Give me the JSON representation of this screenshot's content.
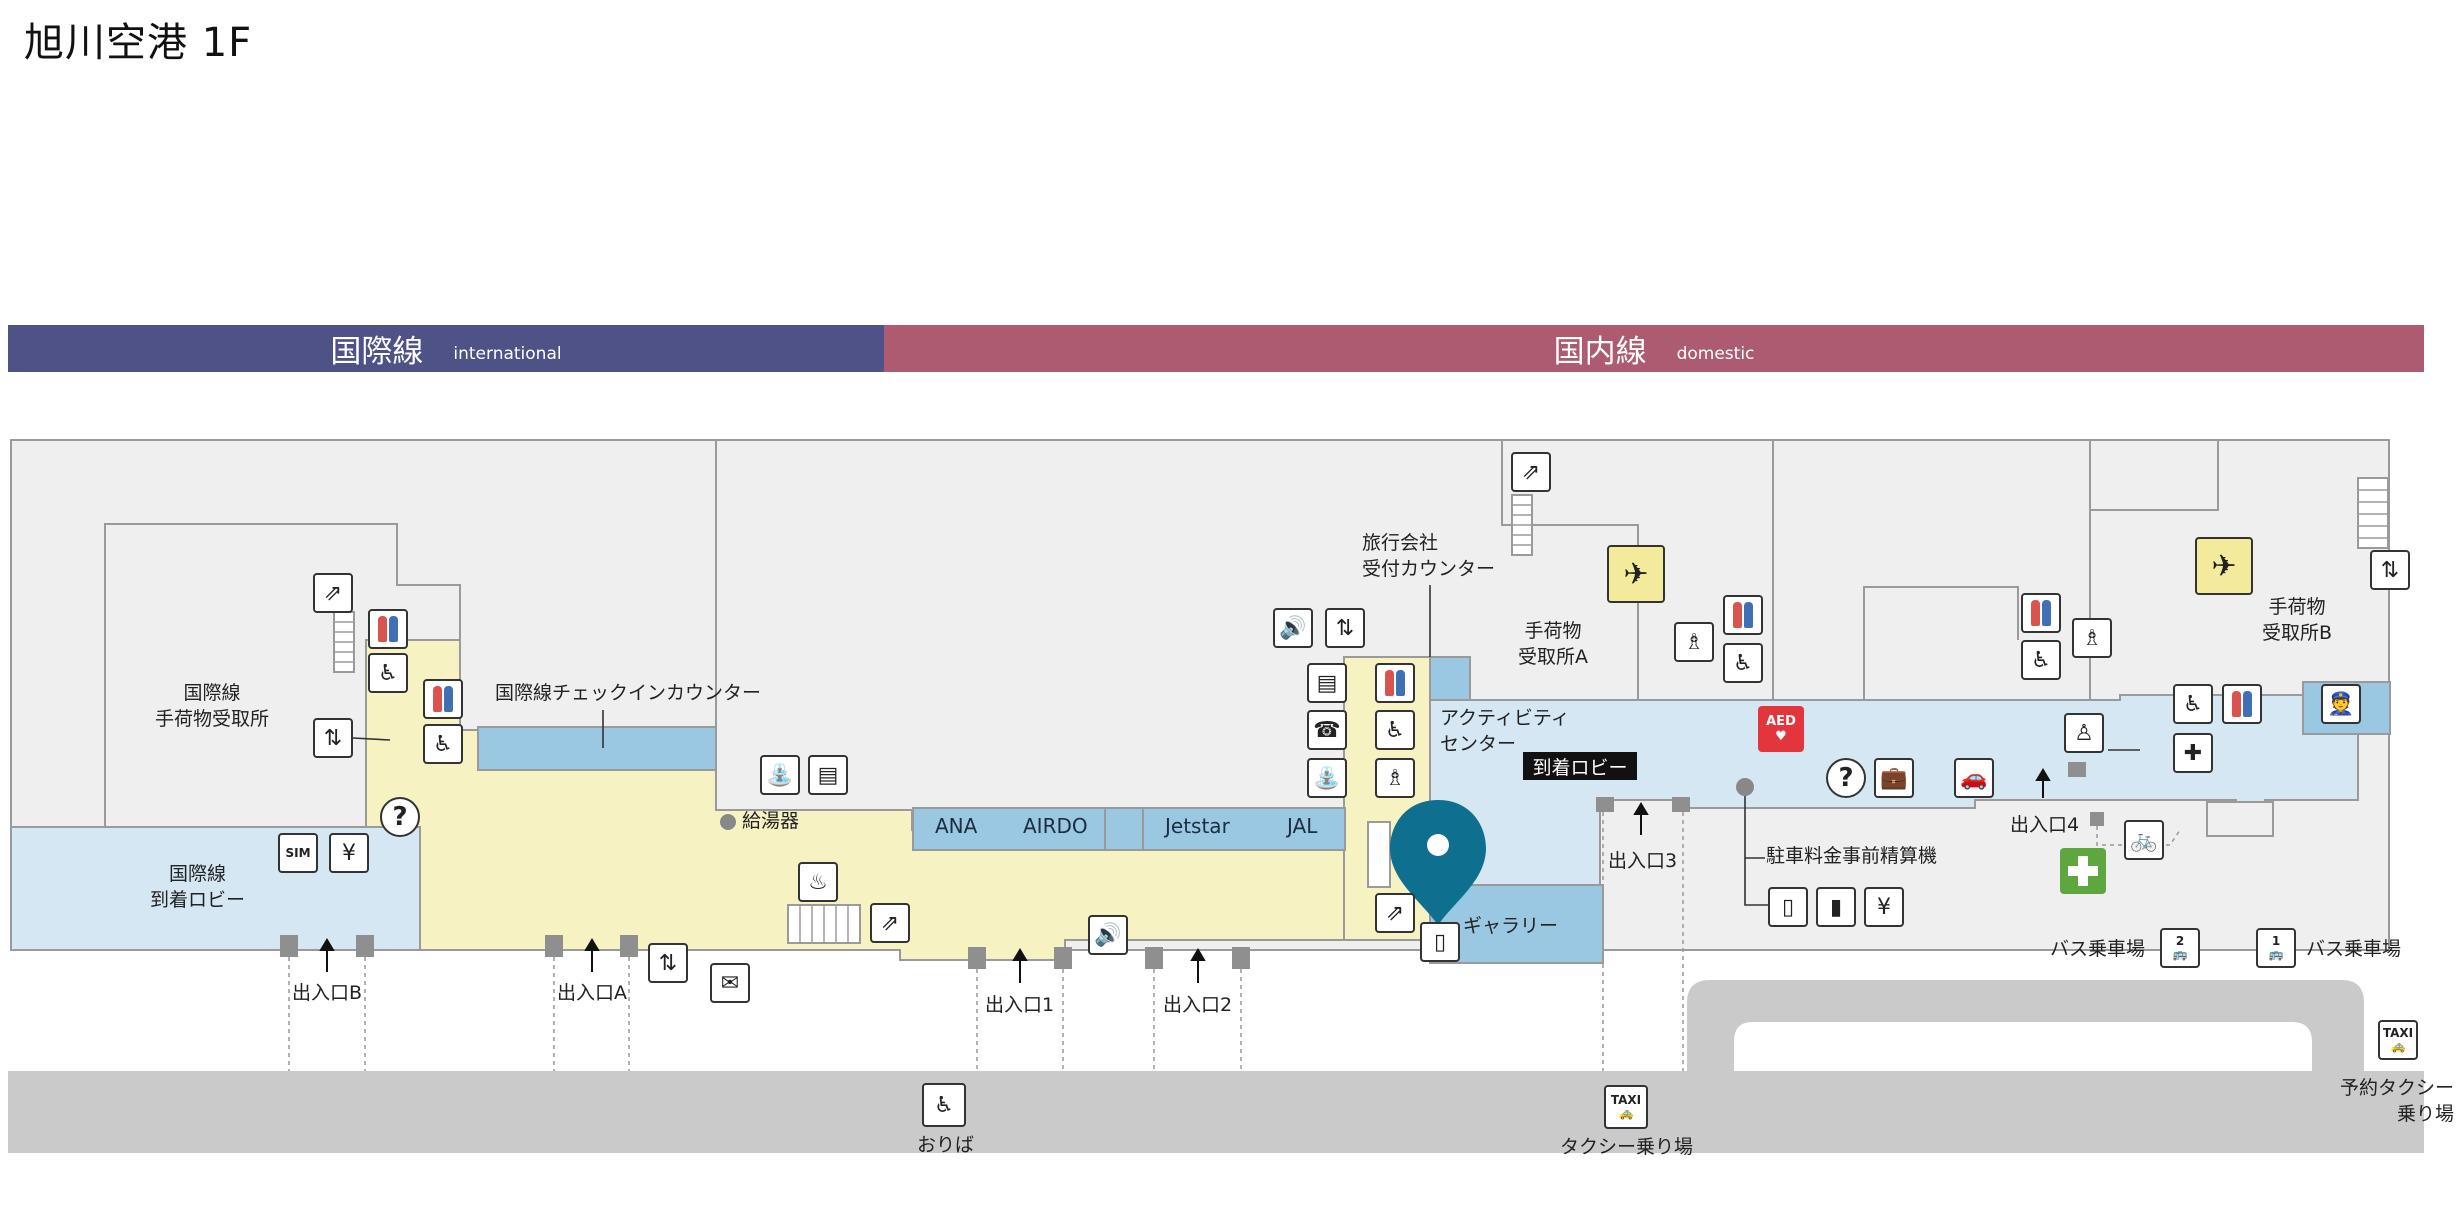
{
  "title": "旭川空港 1F",
  "bands": {
    "international": {
      "label": "国際線",
      "sub": "international",
      "color": "#4e5287"
    },
    "domestic": {
      "label": "国内線",
      "sub": "domestic",
      "color": "#ad5b70"
    }
  },
  "colors": {
    "building": "#efefef",
    "walls": "#9a9a9a",
    "public_yellow": "#f6f2c2",
    "lobby_blue": "#d4e7f3",
    "counter_blue": "#9ac7e2",
    "road": "#cacaca",
    "pin": "#0e6f8e"
  },
  "labels": {
    "intl_baggage": "国際線\n手荷物受取所",
    "intl_checkin": "国際線チェックインカウンター",
    "intl_arrival": "国際線\n到着ロビー",
    "water": "給湯器",
    "travel": "旅行会社\n受付カウンター",
    "baggage_a": "手荷物\n受取所A",
    "baggage_b": "手荷物\n受取所B",
    "activity": "アクティビティ\nセンター",
    "arrival_lobby": "到着ロビー",
    "gallery": "ギャラリー",
    "parking_machine": "駐車料金事前精算機",
    "bus_2": "バス乗車場",
    "bus_1": "バス乗車場",
    "reserved_taxi": "予約タクシー\n乗り場",
    "dropoff": "おりば",
    "taxi": "タクシー乗り場"
  },
  "entrances": {
    "b": "出入口B",
    "a": "出入口A",
    "e1": "出入口1",
    "e2": "出入口2",
    "e3": "出入口3",
    "e4": "出入口4"
  },
  "airlines": [
    "ANA",
    "AIRDO",
    "Jetstar",
    "JAL"
  ],
  "icons": {
    "sim": "SIM",
    "aed": "AED",
    "taxi": "TAXI",
    "bus_1_number": "1",
    "bus_2_number": "2"
  }
}
